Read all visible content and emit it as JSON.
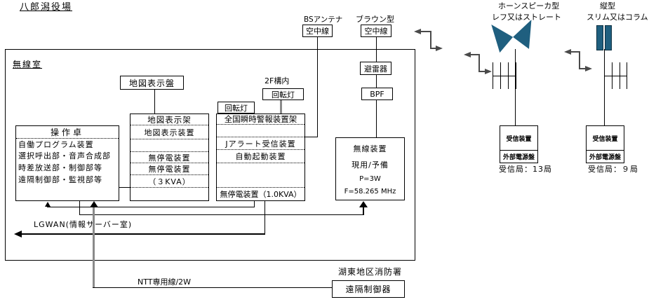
{
  "title": "八郎潟役場",
  "room": {
    "label": "無線室"
  },
  "map_display_panel": {
    "label": "地図表示盤"
  },
  "console": {
    "title": "操作卓",
    "rows": [
      "自働プログラム装置",
      "選択呼出部・音声合成部",
      "時差放送部・制御部等",
      "遠隔制御部・監視部等"
    ]
  },
  "map_rack": {
    "title": "地図表示架",
    "rows": [
      "地図表示装置",
      "",
      "無停電装置",
      "無停電装置",
      "（３KVA）"
    ]
  },
  "jalert_rack": {
    "title": "全国瞬時警報装置架",
    "rows": [
      "",
      "Jアラート受信装置",
      "自動起動装置",
      "",
      "無停電装置（1.0KVA）"
    ]
  },
  "beacon_room": {
    "label": "回転灯"
  },
  "beacon_2f": {
    "floor_label": "2F構内",
    "label": "回転灯"
  },
  "bs_antenna": {
    "caption": "BSアンテナ",
    "label": "空中線"
  },
  "braun_antenna": {
    "caption": "ブラウン型",
    "label": "空中線"
  },
  "arrester": {
    "label": "避雷器"
  },
  "bpf": {
    "label": "BPF"
  },
  "radio_unit": {
    "lines": [
      "無線装置",
      "現用/予備",
      "P=3W",
      "F=58.265 MHz"
    ]
  },
  "lgwan": {
    "label": "LGWAN(情報サーバー室)"
  },
  "ntt": {
    "label": "NTT専用線/2W"
  },
  "fire_station": {
    "caption": "湖東地区消防署",
    "label": "遠隔制御器"
  },
  "horn_station": {
    "caption1": "ホーンスピーカ型",
    "caption2": "レフ又はストレート",
    "receiver": "受信装置",
    "power": "外部電源盤",
    "count": "受信局：13局"
  },
  "column_station": {
    "caption1": "縦型",
    "caption2": "スリム又はコラム",
    "receiver": "受信装置",
    "power": "外部電源盤",
    "count": "受信局：９局"
  },
  "colors": {
    "antenna_fill": "#1f5f7f",
    "line_gray": "#8a8a8a"
  }
}
